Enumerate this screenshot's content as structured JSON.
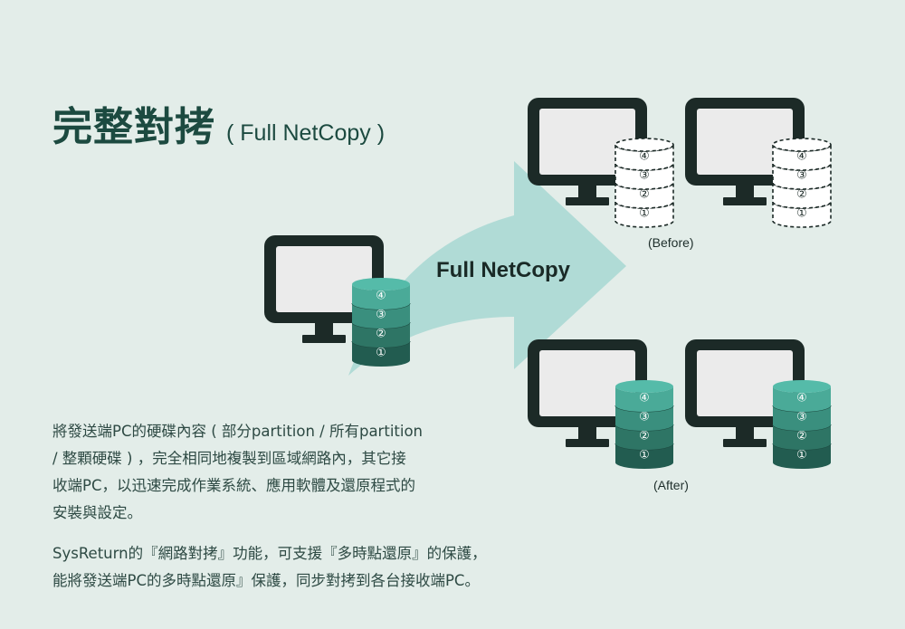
{
  "title": {
    "main": "完整對拷",
    "sub": "( Full NetCopy )"
  },
  "arrow_label": "Full NetCopy",
  "captions": {
    "before": "(Before)",
    "after": "(After)"
  },
  "disk_labels": [
    "④",
    "③",
    "②",
    "①"
  ],
  "paragraphs": [
    "將發送端PC的硬碟內容 ( 部分partition / 所有partition\n / 整顆硬碟 ) ，完全相同地複製到區域網路內，其它接\n收端PC，以迅速完成作業系統、應用軟體及還原程式的\n安裝與設定。",
    "SysReturn的『網路對拷』功能，可支援『多時點還原』的保護，\n能將發送端PC的多時點還原』保護，同步對拷到各台接收端PC。"
  ],
  "colors": {
    "background": "#e3ede9",
    "monitor": "#1c2a27",
    "screen": "#ebebeb",
    "arrow": "#b0dbd6",
    "disk_top": "#55bba9",
    "disk_layers": [
      "#4aaa98",
      "#3a8f7e",
      "#2e7565",
      "#225c50"
    ]
  }
}
